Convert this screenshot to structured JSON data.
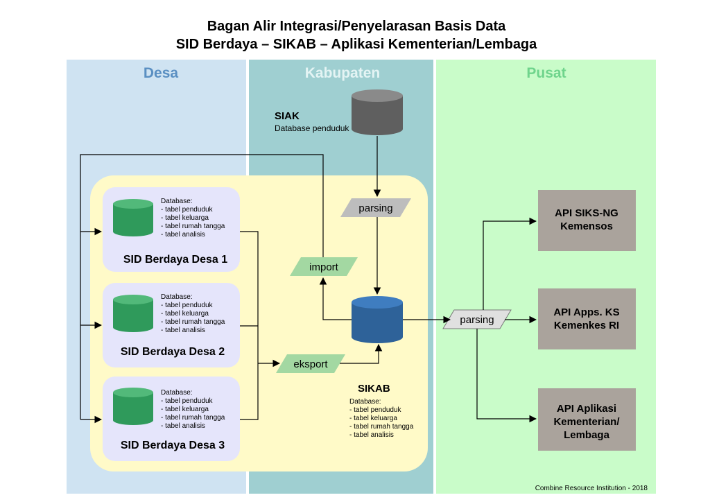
{
  "title": {
    "line1": "Bagan Alir Integrasi/Penyelarasan Basis Data",
    "line2": "SID Berdaya – SIKAB – Aplikasi Kementerian/Lembaga"
  },
  "lanes": {
    "desa": "Desa",
    "kabupaten": "Kabupaten",
    "pusat": "Pusat"
  },
  "siak": {
    "title": "SIAK",
    "subtitle": "Database penduduk"
  },
  "database_lines": [
    "Database:",
    "- tabel penduduk",
    "- tabel keluarga",
    "- tabel rumah tangga",
    "- tabel analisis"
  ],
  "desa_boxes": [
    {
      "title": "SID Berdaya Desa 1"
    },
    {
      "title": "SID Berdaya Desa 2"
    },
    {
      "title": "SID Berdaya Desa 3"
    }
  ],
  "sikab": {
    "title": "SIKAB",
    "lines": [
      "Database:",
      "- tabel penduduk",
      "- tabel keluarga",
      "- tabel rumah tangga",
      "- tabel analisis"
    ]
  },
  "processes": {
    "parsing_top": "parsing",
    "import": "import",
    "eksport": "eksport",
    "parsing_right": "parsing"
  },
  "api_boxes": [
    {
      "line1": "API SIKS-NG",
      "line2": "Kemensos",
      "line3": ""
    },
    {
      "line1": "API Apps. KS",
      "line2": "Kemenkes RI",
      "line3": ""
    },
    {
      "line1": "API Aplikasi",
      "line2": "Kementerian/",
      "line3": "Lembaga"
    }
  ],
  "footer": "Combine Resource Institution - 2018",
  "colors": {
    "desa_lane": "#cfe3f2",
    "kabupaten_lane": "#9fcfd1",
    "pusat_lane": "#c9fcc9",
    "sikab_area": "#fffac8",
    "desa_box": "#e5e5fb",
    "db_green": "#2f9a5b",
    "db_blue": "#2e6299",
    "db_gray": "#5f5f5f",
    "tag_green": "#a3d8a2",
    "tag_gray": "#bdbdbd",
    "api_box": "#aaa39c"
  }
}
